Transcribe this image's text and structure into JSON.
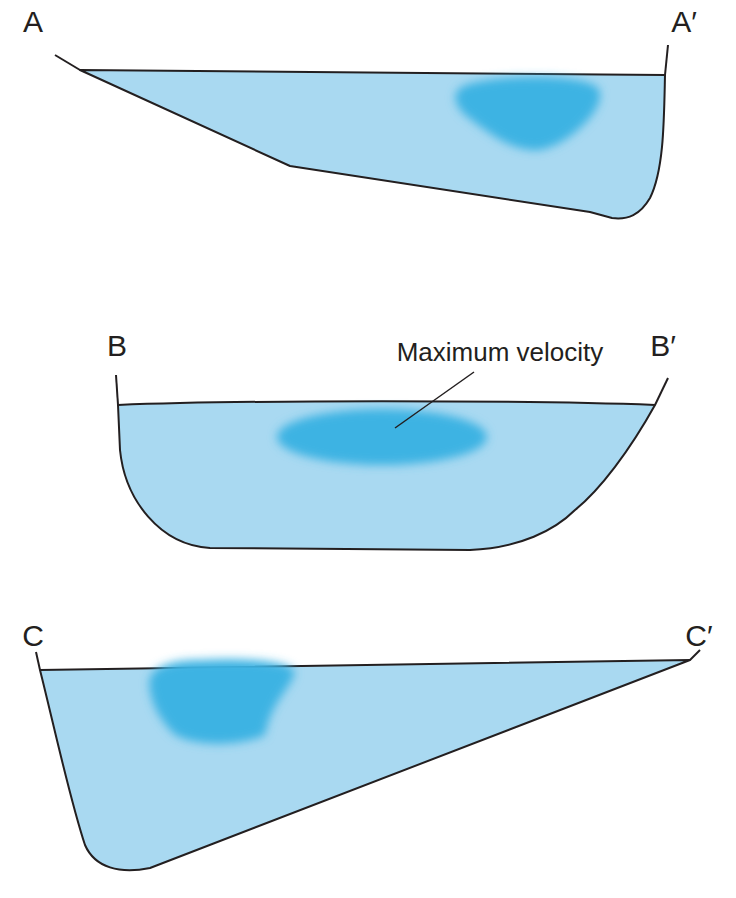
{
  "diagram": {
    "labels": [
      "A",
      "A′",
      "Maximum velocity",
      "B",
      "B′",
      "C",
      "C′"
    ]
  }
}
